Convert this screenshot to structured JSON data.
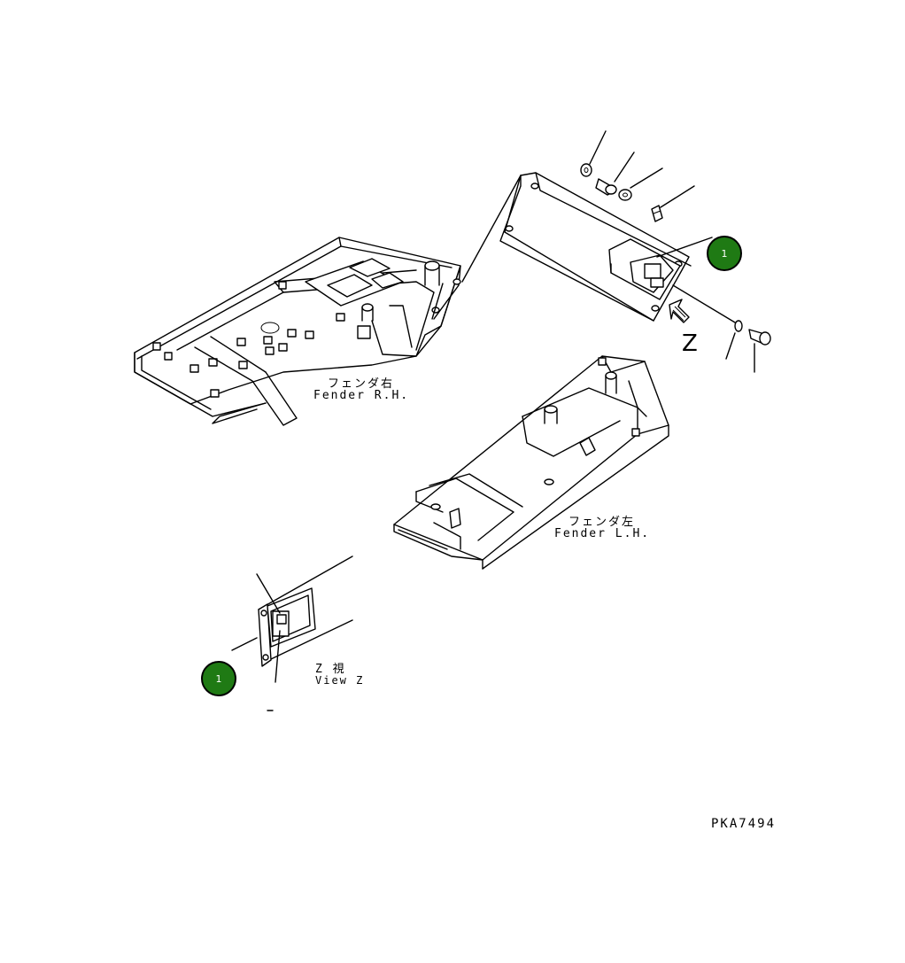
{
  "drawing": {
    "code": "PKA7494",
    "accent_color": "#1f7a14"
  },
  "fender_rh": {
    "label_jp": "フェンダ右",
    "label_en": "Fender R.H."
  },
  "fender_lh": {
    "label_jp": "フェンダ左",
    "label_en": "Fender L.H."
  },
  "view": {
    "arrow_letter": "Z",
    "label_jp": "Z 視",
    "label_en": "View Z"
  },
  "callouts": [
    {
      "number": "1"
    },
    {
      "number": "1"
    }
  ]
}
